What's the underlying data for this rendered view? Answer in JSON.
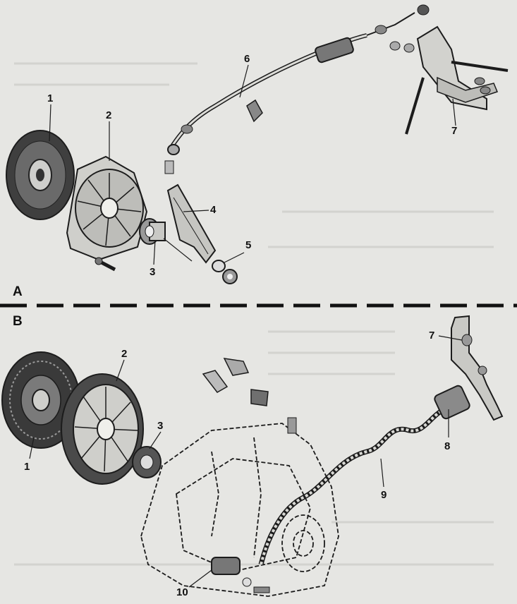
{
  "sections": {
    "a": "A",
    "b": "B"
  },
  "callouts_a": {
    "c1": "1",
    "c2": "2",
    "c3": "3",
    "c4": "4",
    "c5": "5",
    "c6": "6",
    "c7": "7"
  },
  "callouts_b": {
    "c1": "1",
    "c2": "2",
    "c3": "3",
    "c7": "7",
    "c8": "8",
    "c9": "9",
    "c10": "10"
  },
  "colors": {
    "background": "#e6e6e3",
    "ink": "#1c1c1c",
    "disc": "#3a3a3a"
  }
}
